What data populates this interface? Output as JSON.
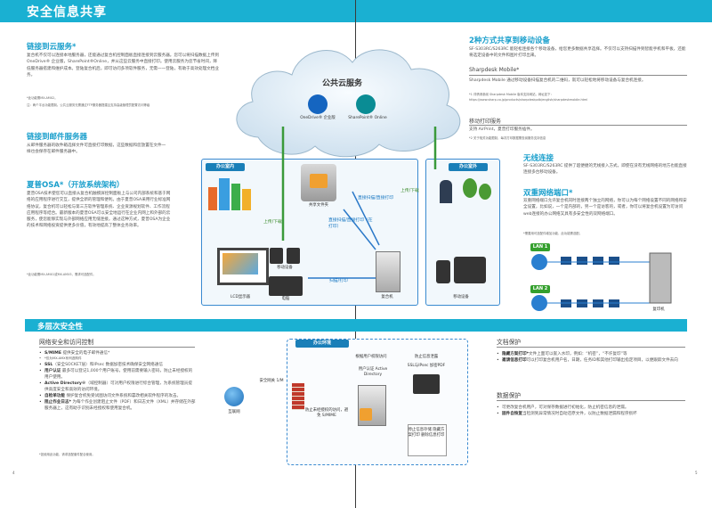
{
  "header": {
    "title": "安全信息共享"
  },
  "left": {
    "cloud_link": {
      "title": "链接到云服务*",
      "body": "复合机不仅可以连接本地服务器，还能通过复合机控制面板直接连接到云服务器。您可以将扫描数据上传到 OneDrive® 企业版，SharePoint®Online，并从这些云服务中直接打印。使用云服务为您节省时间，降低服务器搭建和维护成本。登陆复合机后，即可访问多项软件服务，无需一一登陆，有助于高效处理文档业务。",
      "note1": "*此功能需MX-AMX2。",
      "note2": "注：两个平台功能限制。公共云服务无需通过FTP服务器搭建且支持高级管理员配置访问等级"
    },
    "mail_link": {
      "title": "链接到邮件服务器",
      "body": "从邮件服务器的收件箱选择文件可直接打印数据，这些数据和您放置在文件一样也会保存在邮件服务器中。"
    },
    "osa": {
      "title": "夏普OSA*（开放系统架构）",
      "body": "夏普OSA技术使您可以直接从复合机触摸屏控制面板上与公司内部系统和基于网络的应用程序进行交互，提供全新的管理和便利。由于夏普OSA采用行业标准网络协议，复合机可以轻松与第三方软件管理系统、企业资源规划软件、工作流程应用程序等结合。最新版本的夏普OSA可以安全地运行在企业内网上和外部的云服务，使您能够实现与外部网络应用无缝连接。通过这种方式，夏普OSA为企业的技术和网络投资提供更多价值，有效地提高了整体业务效率。",
      "note": "*此功能需MX-AMX1或MX-AMX3，需求可选配件。"
    }
  },
  "right": {
    "mobile": {
      "title": "2种方式共享到移动设备",
      "body": "SF-S303RC/S263RC 能轻松连接各个移动设备，给您更多数据共享选择。不仅可以支持扫描件到智能手机和平板，还能将选定设备中的文件和图片打印出来。"
    },
    "sharpdesk": {
      "title": "Sharpdesk Mobile*",
      "body": "Sharpdesk Mobile 通过移动设备扫描复合机的二维码，就可以轻松地将移动设备与复合机连接。",
      "note1": "*1 详情请参阅 Sharpdesk Mobile 版本支持网站，网址如下：",
      "note2": "https://www.sharp.co.jp/products/sharpdeskpdb/english/sharpdeskmobile.html"
    },
    "print": {
      "title": "移动打印服务",
      "body": "支持 AirPrint，夏普打印服务插件。",
      "note": "*2 关于相关功能限制，每次打印数据需查阅服务支持信息"
    },
    "wireless": {
      "title": "无线连接",
      "body": "SF-S303RC/S263RC 提供了超便捷的无线接入方式，即使在没有无线网络的地方也能直接连接多台移动设备。"
    },
    "dual_net": {
      "title": "双重网络端口*",
      "body": "双重网络端口允许复合机同时连接两个独立的网络，你可以为每个网络设置不同的网络和安全设置，比如说，一个是内部的，另一个是访客的，或者，你可以将复合机设置为可访问web连接的办公网络又具有多安全性的双网络端口。",
      "note": "*需要用可选配件增加功能，此功能需选配。"
    }
  },
  "diagram": {
    "cloud_label": "公共云服务",
    "onedrive": "OneDrive® 企业版",
    "sharepoint": "SharePoint® Online",
    "office_in": "办公室内",
    "office_out": "办公室外",
    "upload1": "上传/下载",
    "upload2": "上传/下载",
    "file_server": "共享文件夹",
    "direct_scan": "直接扫描/直接打印",
    "direct_scan2": "直接扫描/直接打印（在打印）",
    "scan_print": "扫描/打印",
    "lcd": "LCD显示器",
    "mobile1": "移动设备",
    "pc": "电脑",
    "mfp": "复合机",
    "mobile2": "移动设备",
    "lan1": "LAN 1",
    "lan2": "LAN 2",
    "copier": "复印机"
  },
  "security": {
    "bar_title": "多层次安全性",
    "net_title": "网络安全和访问控制",
    "items": [
      {
        "bold": "S/MIME",
        "text": " 提供安全的电子邮件通信*"
      },
      {
        "bold": "",
        "text": "*仅为MX-AMX系列选购件"
      },
      {
        "bold": "SSL",
        "text": "（安全SOCKET层）和IPsec 数据加密技术确保安全网络通信"
      },
      {
        "bold": "用户认证",
        "text": " 最多可以登记1,000个用户账号，使用前需要输入密码，防止未经授权的用户使用。"
      },
      {
        "bold": "Active Directory®",
        "text": "（域控制器）可对用户权限进行综合管理，为系统管理员提供高度安全和高效的访问环境。"
      },
      {
        "bold": "自检单功能",
        "text": " 保护复合机免受试图访问文件系统和篡改相关软件程序的攻击。"
      },
      {
        "bold": "阻止作业日志*",
        "text": " 为每个作业创建阻止文件（PDF）和日志文件（XML）并存储在外部服务器上，这有助于识别未经授权和使用复合机。"
      }
    ],
    "security_note": "*如使用此功能，请求选配套件配合使用。",
    "office_env": "办公环境",
    "firewall": "安全网关 1/M",
    "internet": "互联网",
    "access": "根据用户权限访问",
    "user_auth": "用户认证 Active Directory",
    "prevent_print": "防止信息泄露",
    "ssl": "SSL与IPsec 加密PDF",
    "secure_print": "防止未经授权的访问，避免 S/MIME",
    "stop_data": "停止信息存储 隐藏方案打印 删除信息打印",
    "doc_title": "文档保护",
    "doc_items": [
      {
        "bold": "隐藏方案打印*",
        "text": "文件上面可以嵌入水印，例如：“机密”，“不许复印”等"
      },
      {
        "bold": "邀请信息打印",
        "text": "可以打印复合机用户名，日期，任务ID和其他打印输出指定项目，以便跟踪文件去向"
      }
    ],
    "data_title": "数据保护",
    "data_items": [
      {
        "bold": "",
        "text": "可更改复合机用户，可对保存数据进行初始化，防止机密信息的泄漏。"
      },
      {
        "bold": "固件自恢复",
        "text": "当检测到异常情况时自动还原文件，以防止数据泄漏和程序损坏"
      }
    ]
  },
  "pages": {
    "left": "4",
    "right": "5"
  }
}
